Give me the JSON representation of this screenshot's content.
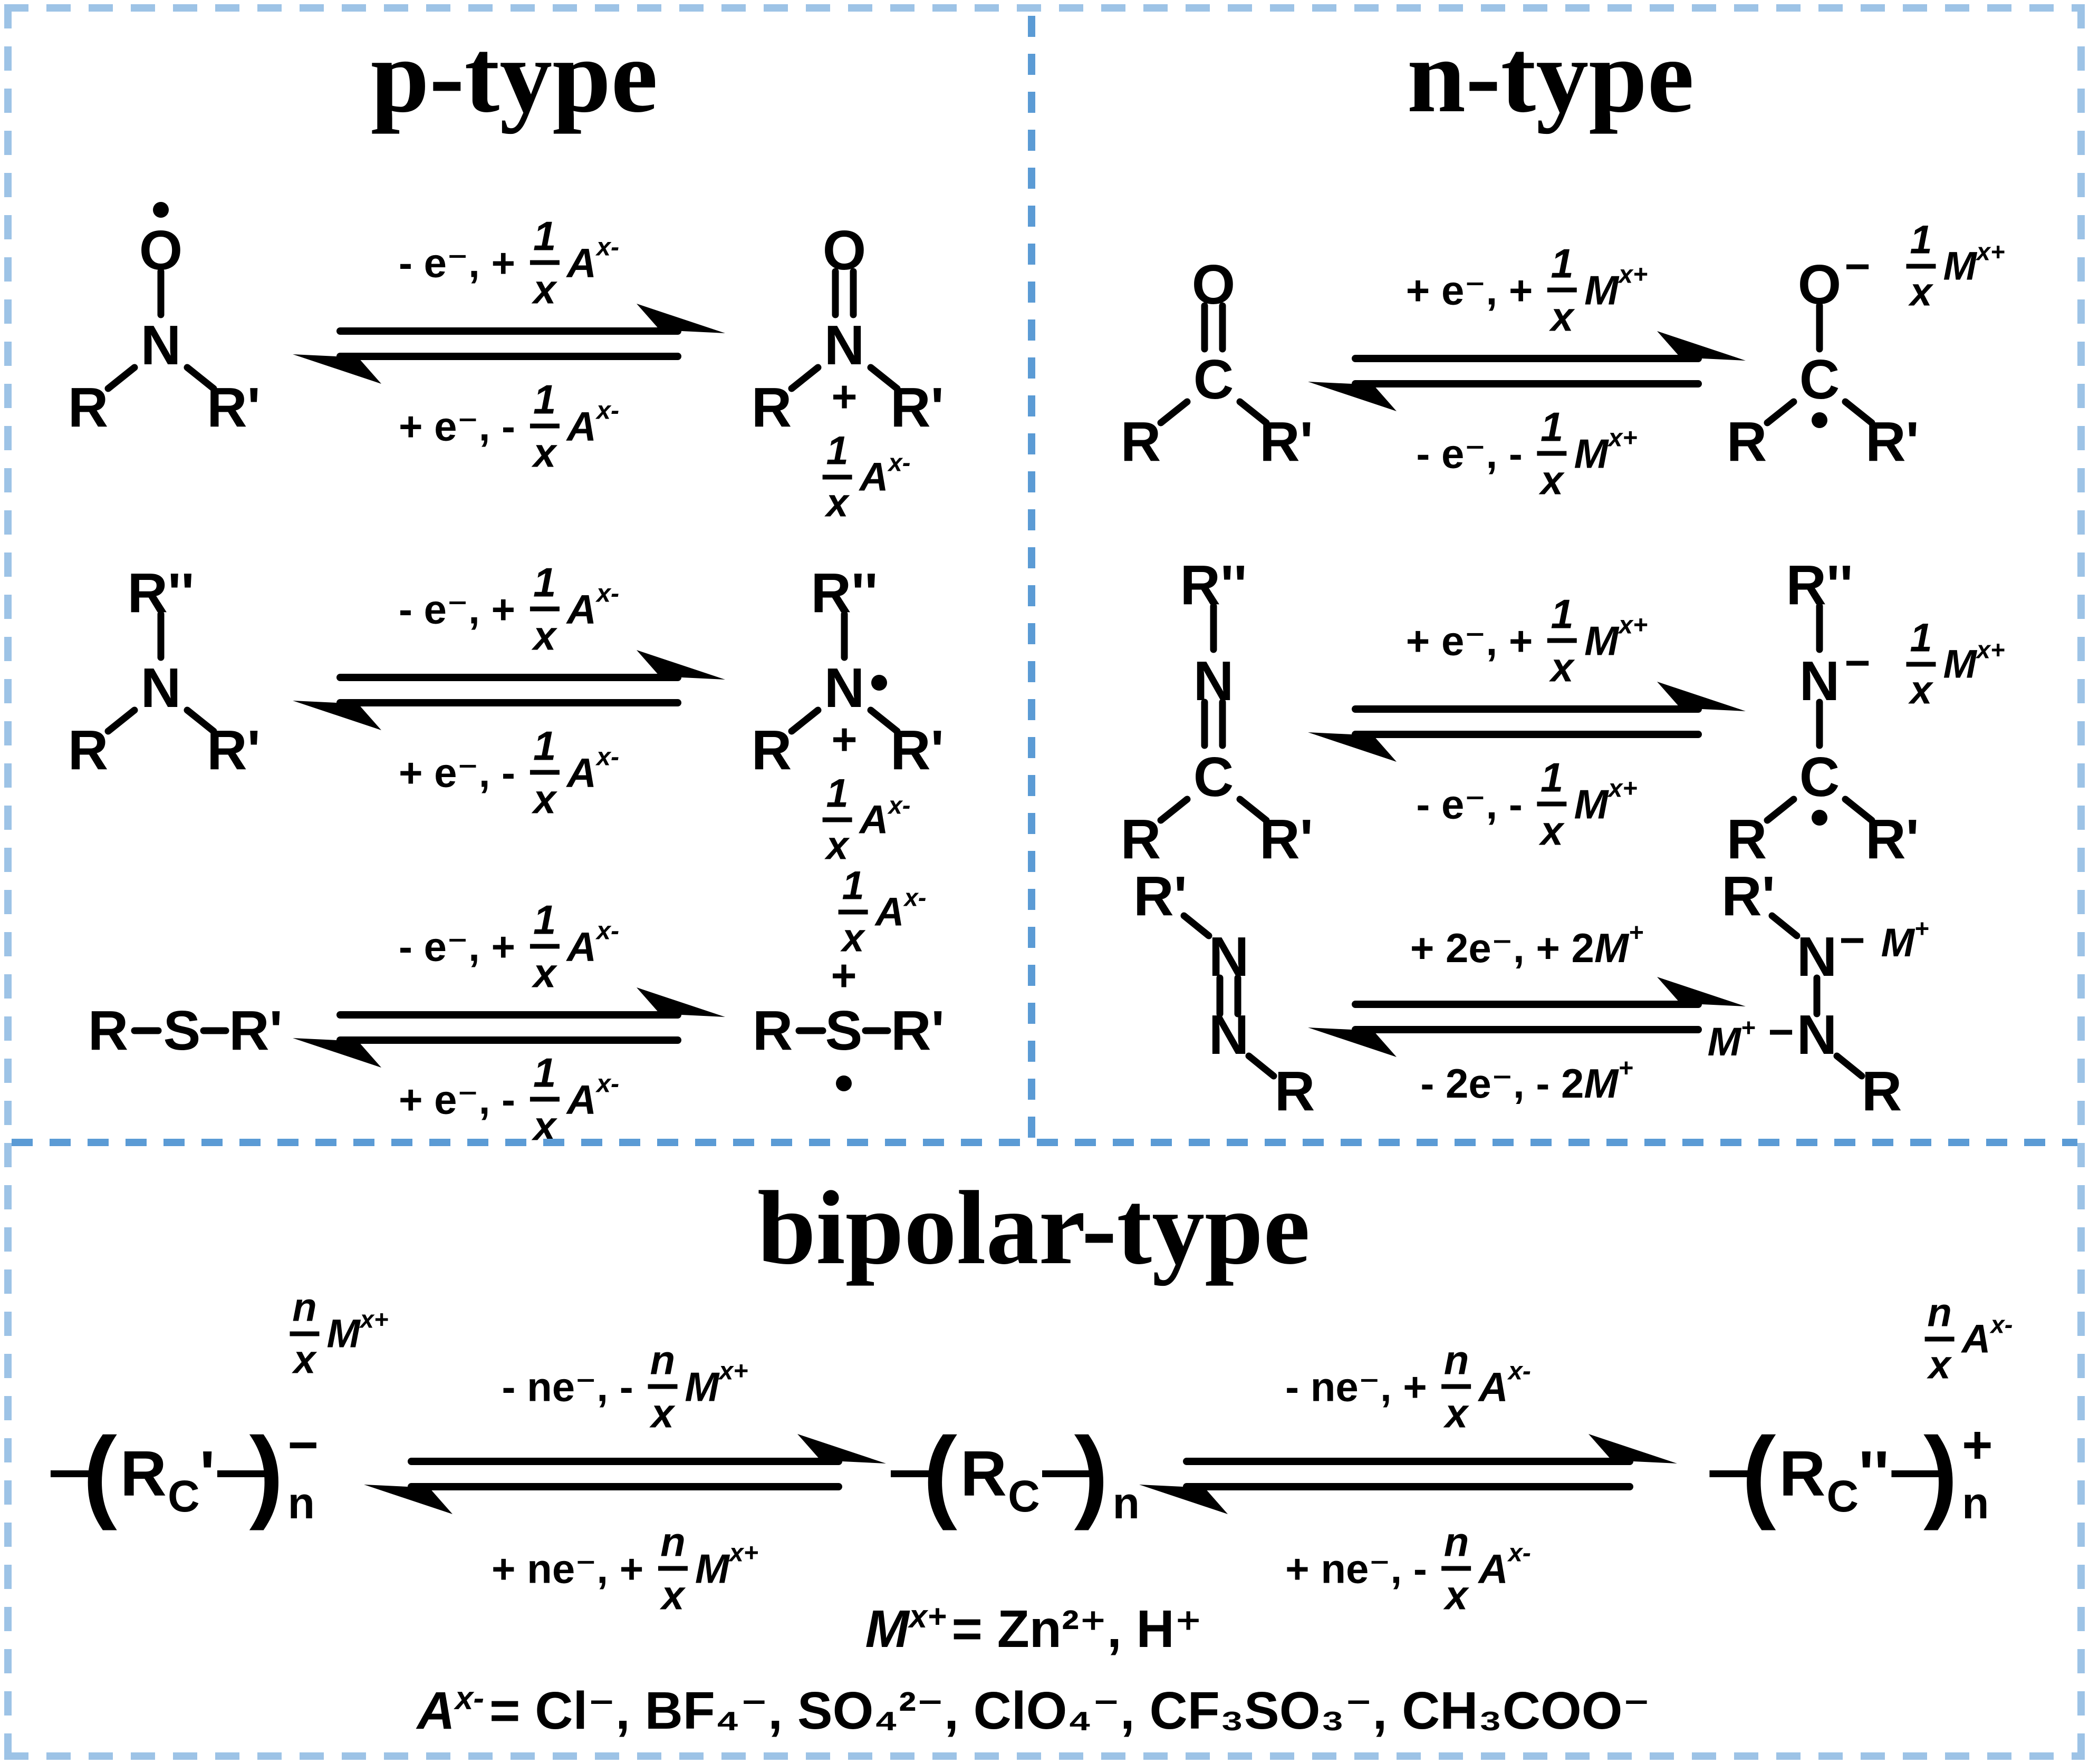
{
  "colors": {
    "background": "#FFFFFF",
    "ink": "#000000",
    "outer_border": "#9DC3E6",
    "divider": "#5B9BD5"
  },
  "titles": {
    "p": "p-type",
    "n": "n-type",
    "bipolar": "bipolar-type"
  },
  "sym": {
    "R": "R",
    "Rp": "R'",
    "Rpp": "R''",
    "O": "O",
    "N": "N",
    "C": "C",
    "S": "S",
    "plus": "+",
    "minus": "−",
    "lparen": "(",
    "rparen": ")"
  },
  "cond": {
    "p_fwd": {
      "pre": "- e⁻, + ",
      "num": "1",
      "den": "x",
      "sym": "A",
      "sup": "x-"
    },
    "p_bwd": {
      "pre": "+ e⁻, - ",
      "num": "1",
      "den": "x",
      "sym": "A",
      "sup": "x-"
    },
    "n_fwd": {
      "pre": "+ e⁻, + ",
      "num": "1",
      "den": "x",
      "sym": "M",
      "sup": "x+"
    },
    "n_bwd": {
      "pre": "- e⁻, - ",
      "num": "1",
      "den": "x",
      "sym": "M",
      "sup": "x+"
    },
    "azo_fwd": {
      "pre": "+ 2e⁻, + ",
      "coef": "2",
      "sym": "M",
      "sup": "+"
    },
    "azo_bwd": {
      "pre": "- 2e⁻, - ",
      "coef": "2",
      "sym": "M",
      "sup": "+"
    },
    "b1_fwd": {
      "pre": "- ne⁻, - ",
      "num": "n",
      "den": "x",
      "sym": "M",
      "sup": "x+"
    },
    "b1_bwd": {
      "pre": "+ ne⁻, + ",
      "num": "n",
      "den": "x",
      "sym": "M",
      "sup": "x+"
    },
    "b2_fwd": {
      "pre": "- ne⁻, + ",
      "num": "n",
      "den": "x",
      "sym": "A",
      "sup": "x-"
    },
    "b2_bwd": {
      "pre": "+ ne⁻, - ",
      "num": "n",
      "den": "x",
      "sym": "A",
      "sup": "x-"
    }
  },
  "ion": {
    "Ax": {
      "num": "1",
      "den": "x",
      "sym": "A",
      "sup": "x-"
    },
    "Mx": {
      "num": "1",
      "den": "x",
      "sym": "M",
      "sup": "x+"
    },
    "nAx": {
      "num": "n",
      "den": "x",
      "sym": "A",
      "sup": "x-"
    },
    "nMx": {
      "num": "n",
      "den": "x",
      "sym": "M",
      "sup": "x+"
    },
    "Mplus": {
      "sym": "M",
      "sup": "+"
    }
  },
  "poly": {
    "left": {
      "R": "R",
      "sub": "C",
      "prime": "'",
      "n": "n",
      "charge": "−"
    },
    "mid": {
      "R": "R",
      "sub": "C",
      "n": "n"
    },
    "right": {
      "R": "R",
      "sub": "C",
      "prime": "''",
      "n": "n",
      "charge": "+"
    }
  },
  "legend": {
    "m": {
      "sym": "M",
      "sup": "x+",
      "rest": "= Zn²⁺, H⁺"
    },
    "a": {
      "sym": "A",
      "sup": "x-",
      "rest": "= Cl⁻, BF₄⁻, SO₄²⁻, ClO₄⁻, CF₃SO₃⁻, CH₃COO⁻"
    }
  }
}
